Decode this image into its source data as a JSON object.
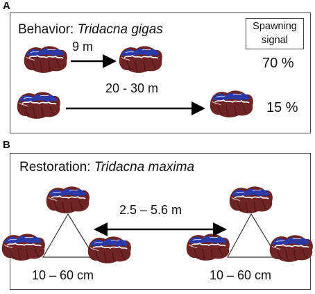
{
  "panel_a": {
    "letter": "A",
    "title_prefix": "Behavior: ",
    "title_species": "Tridacna gigas",
    "legend_line1": "Spawning",
    "legend_line2": "signal",
    "row1_distance": "9 m",
    "row1_percent": "70 %",
    "row2_distance": "20 - 30 m",
    "row2_percent": "15 %"
  },
  "panel_b": {
    "letter": "B",
    "title_prefix": "Restoration: ",
    "title_species": "Tridacna maxima",
    "between_distance": "2.5 – 5.6 m",
    "left_spacing": "10 – 60 cm",
    "right_spacing": "10 – 60 cm"
  },
  "colors": {
    "clam_shell": "#6e2424",
    "clam_mantle": "#2a3aa8",
    "arrow": "#000000"
  },
  "icons": [
    "giant-clam-icon",
    "arrow-icon",
    "triangle-icon"
  ]
}
